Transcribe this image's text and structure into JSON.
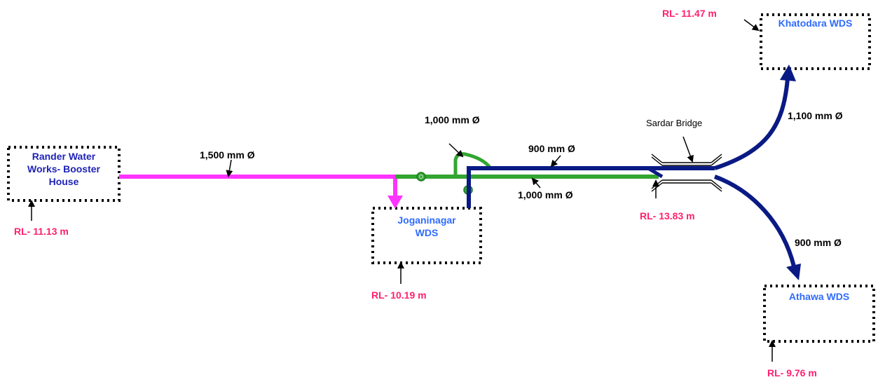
{
  "nodes": {
    "rander": {
      "name": "Rander Water Works- Booster House",
      "line1": "Rander Water",
      "line2": "Works- Booster",
      "line3": "House",
      "rl": "RL- 11.13 m"
    },
    "joganinagar": {
      "name": "Joganinagar WDS",
      "line1": "Joganinagar",
      "line2": "WDS",
      "rl": "RL- 10.19 m"
    },
    "khatodara": {
      "name": "Khatodara WDS",
      "rl": "RL- 11.47 m"
    },
    "athawa": {
      "name": "Athawa WDS",
      "rl": "RL- 9.76 m"
    }
  },
  "bridge": {
    "name": "Sardar Bridge",
    "rl": "RL- 13.83 m"
  },
  "pipes": {
    "p1500": {
      "label": "1,500 mm Ø",
      "color": "#ff33ff"
    },
    "p1000_loop": {
      "label": "1,000 mm Ø",
      "color": "#33a532"
    },
    "p1000_main": {
      "label": "1,000 mm Ø",
      "color": "#33a532"
    },
    "p900_main": {
      "label": "900 mm Ø",
      "color": "#0a1a84"
    },
    "p1100": {
      "label": "1,100 mm Ø",
      "color": "#0a1a84"
    },
    "p900_athawa": {
      "label": "900 mm Ø",
      "color": "#0a1a84"
    }
  },
  "colors": {
    "rl_text": "#ff1f6e",
    "dark_node_text": "#1f23b8",
    "light_node_text": "#2f6bff",
    "box_border": "#000000"
  }
}
